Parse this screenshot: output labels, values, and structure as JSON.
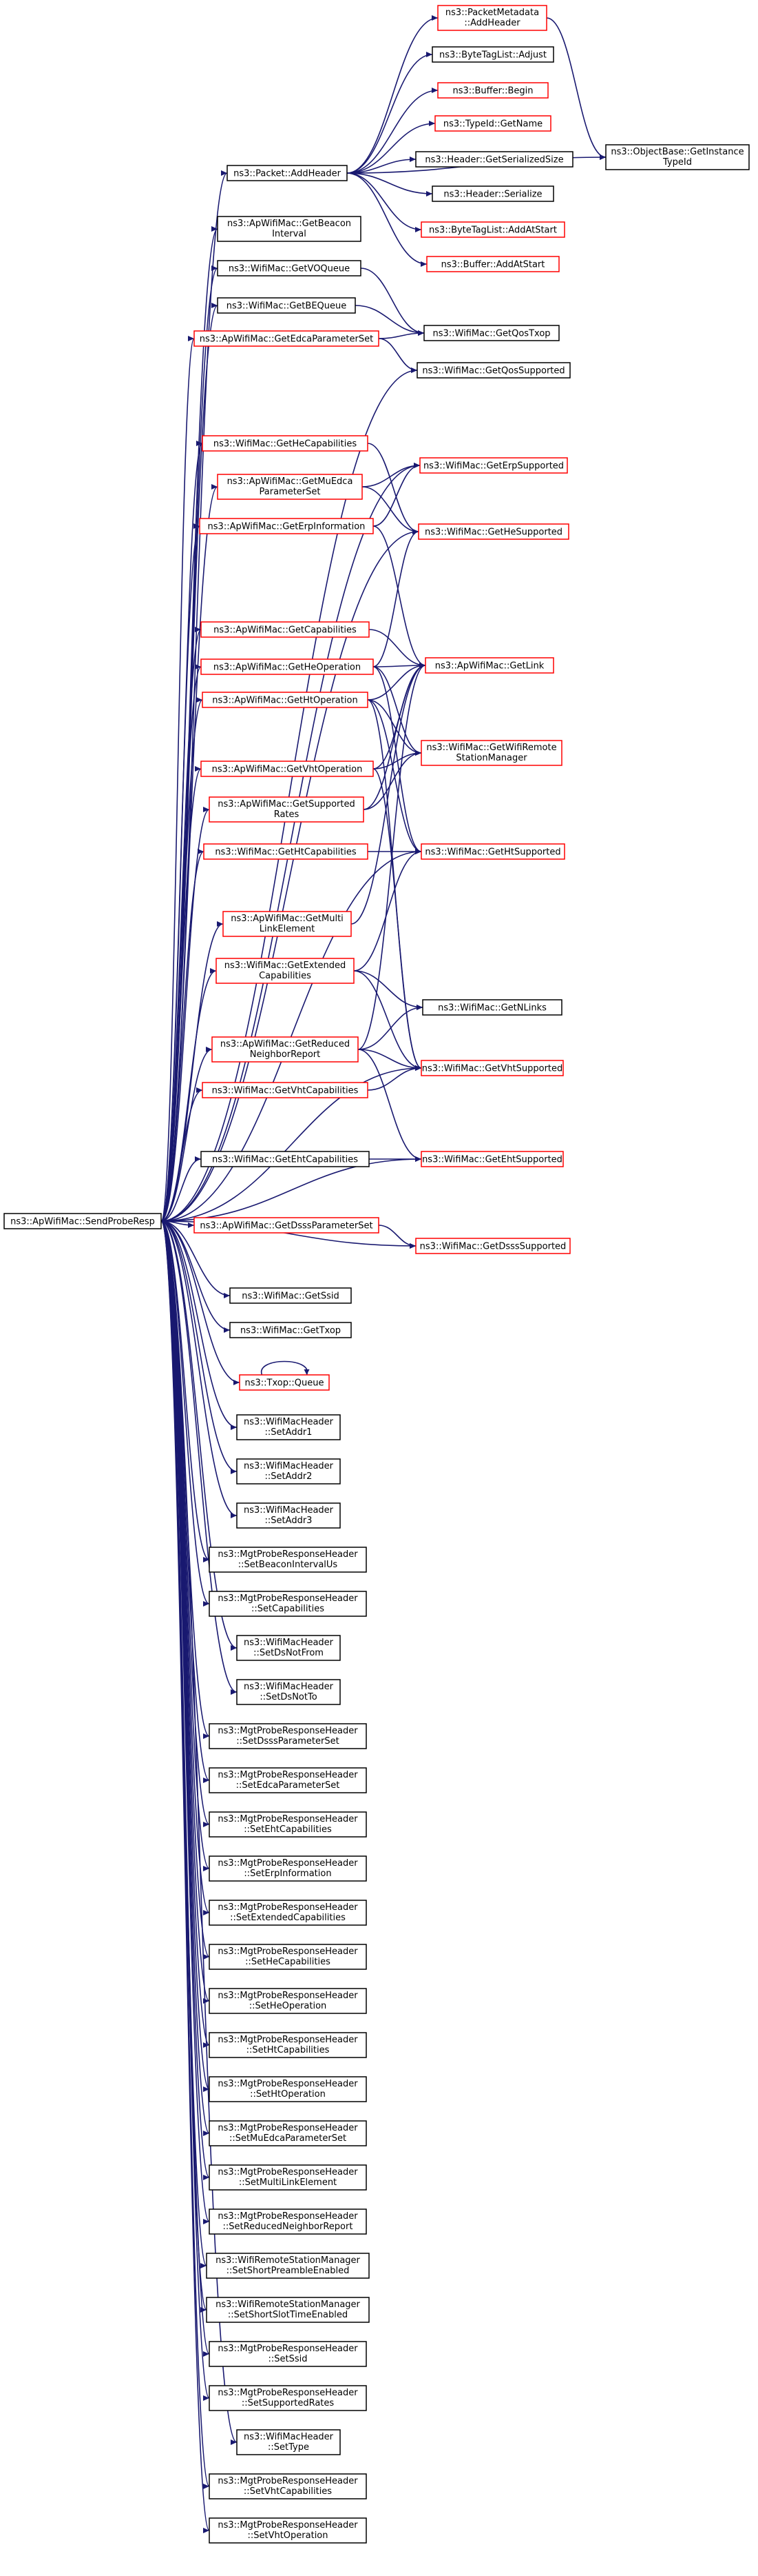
{
  "colors": {
    "edge": "#191970",
    "border_default": "#000000",
    "border_external": "#ff0000",
    "root_fill": "#bfbfbf",
    "box_fill": "#ffffff"
  },
  "nodes": [
    {
      "id": "root",
      "lines": [
        "ns3::ApWifiMac::SendProbeResp"
      ],
      "style": "root"
    },
    {
      "id": "pktAdd",
      "lines": [
        "ns3::Packet::AddHeader"
      ],
      "style": "black"
    },
    {
      "id": "pmAdd",
      "lines": [
        "ns3::PacketMetadata",
        "::AddHeader"
      ],
      "style": "red"
    },
    {
      "id": "btlAdjust",
      "lines": [
        "ns3::ByteTagList::Adjust"
      ],
      "style": "black"
    },
    {
      "id": "bufBegin",
      "lines": [
        "ns3::Buffer::Begin"
      ],
      "style": "red"
    },
    {
      "id": "typeName",
      "lines": [
        "ns3::TypeId::GetName"
      ],
      "style": "red"
    },
    {
      "id": "hdrSize",
      "lines": [
        "ns3::Header::GetSerializedSize"
      ],
      "style": "black"
    },
    {
      "id": "hdrSer",
      "lines": [
        "ns3::Header::Serialize"
      ],
      "style": "black"
    },
    {
      "id": "btlAddStart",
      "lines": [
        "ns3::ByteTagList::AddAtStart"
      ],
      "style": "red"
    },
    {
      "id": "bufAddStart",
      "lines": [
        "ns3::Buffer::AddAtStart"
      ],
      "style": "red"
    },
    {
      "id": "objGetId",
      "lines": [
        "ns3::ObjectBase::GetInstance",
        "TypeId"
      ],
      "style": "black"
    },
    {
      "id": "beacon",
      "lines": [
        "ns3::ApWifiMac::GetBeacon",
        "Interval"
      ],
      "style": "black"
    },
    {
      "id": "voq",
      "lines": [
        "ns3::WifiMac::GetVOQueue"
      ],
      "style": "black"
    },
    {
      "id": "beq",
      "lines": [
        "ns3::WifiMac::GetBEQueue"
      ],
      "style": "black"
    },
    {
      "id": "edca",
      "lines": [
        "ns3::ApWifiMac::GetEdcaParameterSet"
      ],
      "style": "red"
    },
    {
      "id": "qosTxop",
      "lines": [
        "ns3::WifiMac::GetQosTxop"
      ],
      "style": "black"
    },
    {
      "id": "qosSup",
      "lines": [
        "ns3::WifiMac::GetQosSupported"
      ],
      "style": "black"
    },
    {
      "id": "heCap",
      "lines": [
        "ns3::WifiMac::GetHeCapabilities"
      ],
      "style": "red"
    },
    {
      "id": "erpSup",
      "lines": [
        "ns3::WifiMac::GetErpSupported"
      ],
      "style": "red"
    },
    {
      "id": "muEdca",
      "lines": [
        "ns3::ApWifiMac::GetMuEdca",
        "ParameterSet"
      ],
      "style": "red"
    },
    {
      "id": "erpInfo",
      "lines": [
        "ns3::ApWifiMac::GetErpInformation"
      ],
      "style": "red"
    },
    {
      "id": "heSup",
      "lines": [
        "ns3::WifiMac::GetHeSupported"
      ],
      "style": "red"
    },
    {
      "id": "caps",
      "lines": [
        "ns3::ApWifiMac::GetCapabilities"
      ],
      "style": "red"
    },
    {
      "id": "heOp",
      "lines": [
        "ns3::ApWifiMac::GetHeOperation"
      ],
      "style": "red"
    },
    {
      "id": "getLink",
      "lines": [
        "ns3::ApWifiMac::GetLink"
      ],
      "style": "red"
    },
    {
      "id": "htOp",
      "lines": [
        "ns3::ApWifiMac::GetHtOperation"
      ],
      "style": "red"
    },
    {
      "id": "remote",
      "lines": [
        "ns3::WifiMac::GetWifiRemote",
        "StationManager"
      ],
      "style": "red"
    },
    {
      "id": "vhtOp",
      "lines": [
        "ns3::ApWifiMac::GetVhtOperation"
      ],
      "style": "red"
    },
    {
      "id": "supRates",
      "lines": [
        "ns3::ApWifiMac::GetSupported",
        "Rates"
      ],
      "style": "red"
    },
    {
      "id": "htCap",
      "lines": [
        "ns3::WifiMac::GetHtCapabilities"
      ],
      "style": "red"
    },
    {
      "id": "htSup",
      "lines": [
        "ns3::WifiMac::GetHtSupported"
      ],
      "style": "red"
    },
    {
      "id": "mlElem",
      "lines": [
        "ns3::ApWifiMac::GetMulti",
        "LinkElement"
      ],
      "style": "red"
    },
    {
      "id": "extCap",
      "lines": [
        "ns3::WifiMac::GetExtended",
        "Capabilities"
      ],
      "style": "red"
    },
    {
      "id": "nLinks",
      "lines": [
        "ns3::WifiMac::GetNLinks"
      ],
      "style": "black"
    },
    {
      "id": "rnr",
      "lines": [
        "ns3::ApWifiMac::GetReduced",
        "NeighborReport"
      ],
      "style": "red"
    },
    {
      "id": "vhtCap",
      "lines": [
        "ns3::WifiMac::GetVhtCapabilities"
      ],
      "style": "red"
    },
    {
      "id": "vhtSup",
      "lines": [
        "ns3::WifiMac::GetVhtSupported"
      ],
      "style": "red"
    },
    {
      "id": "ehtCap",
      "lines": [
        "ns3::WifiMac::GetEhtCapabilities"
      ],
      "style": "black"
    },
    {
      "id": "ehtSup",
      "lines": [
        "ns3::WifiMac::GetEhtSupported"
      ],
      "style": "red"
    },
    {
      "id": "dsss",
      "lines": [
        "ns3::ApWifiMac::GetDsssParameterSet"
      ],
      "style": "red"
    },
    {
      "id": "dsssSup",
      "lines": [
        "ns3::WifiMac::GetDsssSupported"
      ],
      "style": "red"
    },
    {
      "id": "ssid",
      "lines": [
        "ns3::WifiMac::GetSsid"
      ],
      "style": "black"
    },
    {
      "id": "txop",
      "lines": [
        "ns3::WifiMac::GetTxop"
      ],
      "style": "black"
    },
    {
      "id": "queue",
      "lines": [
        "ns3::Txop::Queue"
      ],
      "style": "red"
    },
    {
      "id": "addr1",
      "lines": [
        "ns3::WifiMacHeader",
        "::SetAddr1"
      ],
      "style": "black"
    },
    {
      "id": "addr2",
      "lines": [
        "ns3::WifiMacHeader",
        "::SetAddr2"
      ],
      "style": "black"
    },
    {
      "id": "addr3",
      "lines": [
        "ns3::WifiMacHeader",
        "::SetAddr3"
      ],
      "style": "black"
    },
    {
      "id": "setBeacon",
      "lines": [
        "ns3::MgtProbeResponseHeader",
        "::SetBeaconIntervalUs"
      ],
      "style": "black"
    },
    {
      "id": "setCaps",
      "lines": [
        "ns3::MgtProbeResponseHeader",
        "::SetCapabilities"
      ],
      "style": "black"
    },
    {
      "id": "dsNotFrom",
      "lines": [
        "ns3::WifiMacHeader",
        "::SetDsNotFrom"
      ],
      "style": "black"
    },
    {
      "id": "dsNotTo",
      "lines": [
        "ns3::WifiMacHeader",
        "::SetDsNotTo"
      ],
      "style": "black"
    },
    {
      "id": "setDsss",
      "lines": [
        "ns3::MgtProbeResponseHeader",
        "::SetDsssParameterSet"
      ],
      "style": "black"
    },
    {
      "id": "setEdca",
      "lines": [
        "ns3::MgtProbeResponseHeader",
        "::SetEdcaParameterSet"
      ],
      "style": "black"
    },
    {
      "id": "setEht",
      "lines": [
        "ns3::MgtProbeResponseHeader",
        "::SetEhtCapabilities"
      ],
      "style": "black"
    },
    {
      "id": "setErp",
      "lines": [
        "ns3::MgtProbeResponseHeader",
        "::SetErpInformation"
      ],
      "style": "black"
    },
    {
      "id": "setExt",
      "lines": [
        "ns3::MgtProbeResponseHeader",
        "::SetExtendedCapabilities"
      ],
      "style": "black"
    },
    {
      "id": "setHeCap",
      "lines": [
        "ns3::MgtProbeResponseHeader",
        "::SetHeCapabilities"
      ],
      "style": "black"
    },
    {
      "id": "setHeOp",
      "lines": [
        "ns3::MgtProbeResponseHeader",
        "::SetHeOperation"
      ],
      "style": "black"
    },
    {
      "id": "setHtCap",
      "lines": [
        "ns3::MgtProbeResponseHeader",
        "::SetHtCapabilities"
      ],
      "style": "black"
    },
    {
      "id": "setHtOp",
      "lines": [
        "ns3::MgtProbeResponseHeader",
        "::SetHtOperation"
      ],
      "style": "black"
    },
    {
      "id": "setMu",
      "lines": [
        "ns3::MgtProbeResponseHeader",
        "::SetMuEdcaParameterSet"
      ],
      "style": "black"
    },
    {
      "id": "setMl",
      "lines": [
        "ns3::MgtProbeResponseHeader",
        "::SetMultiLinkElement"
      ],
      "style": "black"
    },
    {
      "id": "setRnr",
      "lines": [
        "ns3::MgtProbeResponseHeader",
        "::SetReducedNeighborReport"
      ],
      "style": "black"
    },
    {
      "id": "shortPre",
      "lines": [
        "ns3::WifiRemoteStationManager",
        "::SetShortPreambleEnabled"
      ],
      "style": "black"
    },
    {
      "id": "shortSlot",
      "lines": [
        "ns3::WifiRemoteStationManager",
        "::SetShortSlotTimeEnabled"
      ],
      "style": "black"
    },
    {
      "id": "setSsid",
      "lines": [
        "ns3::MgtProbeResponseHeader",
        "::SetSsid"
      ],
      "style": "black"
    },
    {
      "id": "setRates",
      "lines": [
        "ns3::MgtProbeResponseHeader",
        "::SetSupportedRates"
      ],
      "style": "black"
    },
    {
      "id": "setType",
      "lines": [
        "ns3::WifiMacHeader",
        "::SetType"
      ],
      "style": "black"
    },
    {
      "id": "setVhtCap",
      "lines": [
        "ns3::MgtProbeResponseHeader",
        "::SetVhtCapabilities"
      ],
      "style": "black"
    },
    {
      "id": "setVhtOp",
      "lines": [
        "ns3::MgtProbeResponseHeader",
        "::SetVhtOperation"
      ],
      "style": "black"
    }
  ],
  "edges": [
    [
      "root",
      "pktAdd"
    ],
    [
      "root",
      "beacon"
    ],
    [
      "root",
      "voq"
    ],
    [
      "root",
      "beq"
    ],
    [
      "root",
      "edca"
    ],
    [
      "root",
      "qosSup"
    ],
    [
      "root",
      "heCap"
    ],
    [
      "root",
      "erpSup"
    ],
    [
      "root",
      "muEdca"
    ],
    [
      "root",
      "erpInfo"
    ],
    [
      "root",
      "heSup"
    ],
    [
      "root",
      "caps"
    ],
    [
      "root",
      "heOp"
    ],
    [
      "root",
      "htOp"
    ],
    [
      "root",
      "vhtOp"
    ],
    [
      "root",
      "supRates"
    ],
    [
      "root",
      "htCap"
    ],
    [
      "root",
      "htSup"
    ],
    [
      "root",
      "mlElem"
    ],
    [
      "root",
      "extCap"
    ],
    [
      "root",
      "rnr"
    ],
    [
      "root",
      "vhtCap"
    ],
    [
      "root",
      "vhtSup"
    ],
    [
      "root",
      "ehtCap"
    ],
    [
      "root",
      "ehtSup"
    ],
    [
      "root",
      "dsss"
    ],
    [
      "root",
      "dsssSup"
    ],
    [
      "root",
      "ssid"
    ],
    [
      "root",
      "txop"
    ],
    [
      "root",
      "queue"
    ],
    [
      "root",
      "addr1"
    ],
    [
      "root",
      "addr2"
    ],
    [
      "root",
      "addr3"
    ],
    [
      "root",
      "setBeacon"
    ],
    [
      "root",
      "setCaps"
    ],
    [
      "root",
      "dsNotFrom"
    ],
    [
      "root",
      "dsNotTo"
    ],
    [
      "root",
      "setDsss"
    ],
    [
      "root",
      "setEdca"
    ],
    [
      "root",
      "setEht"
    ],
    [
      "root",
      "setErp"
    ],
    [
      "root",
      "setExt"
    ],
    [
      "root",
      "setHeCap"
    ],
    [
      "root",
      "setHeOp"
    ],
    [
      "root",
      "setHtCap"
    ],
    [
      "root",
      "setHtOp"
    ],
    [
      "root",
      "setMu"
    ],
    [
      "root",
      "setMl"
    ],
    [
      "root",
      "setRnr"
    ],
    [
      "root",
      "shortPre"
    ],
    [
      "root",
      "shortSlot"
    ],
    [
      "root",
      "setSsid"
    ],
    [
      "root",
      "setRates"
    ],
    [
      "root",
      "setType"
    ],
    [
      "root",
      "setVhtCap"
    ],
    [
      "root",
      "setVhtOp"
    ],
    [
      "pktAdd",
      "pmAdd"
    ],
    [
      "pktAdd",
      "btlAdjust"
    ],
    [
      "pktAdd",
      "bufBegin"
    ],
    [
      "pktAdd",
      "typeName"
    ],
    [
      "pktAdd",
      "hdrSize"
    ],
    [
      "pktAdd",
      "hdrSer"
    ],
    [
      "pktAdd",
      "btlAddStart"
    ],
    [
      "pktAdd",
      "bufAddStart"
    ],
    [
      "pktAdd",
      "objGetId"
    ],
    [
      "pmAdd",
      "objGetId"
    ],
    [
      "voq",
      "qosTxop"
    ],
    [
      "beq",
      "qosTxop"
    ],
    [
      "edca",
      "qosTxop"
    ],
    [
      "edca",
      "qosSup"
    ],
    [
      "heCap",
      "heSup"
    ],
    [
      "muEdca",
      "erpSup"
    ],
    [
      "muEdca",
      "heSup"
    ],
    [
      "erpInfo",
      "getLink"
    ],
    [
      "erpInfo",
      "erpSup"
    ],
    [
      "caps",
      "getLink"
    ],
    [
      "heOp",
      "getLink"
    ],
    [
      "heOp",
      "heSup"
    ],
    [
      "heOp",
      "htSup"
    ],
    [
      "heOp",
      "remote"
    ],
    [
      "htOp",
      "getLink"
    ],
    [
      "htOp",
      "remote"
    ],
    [
      "htOp",
      "htSup"
    ],
    [
      "htOp",
      "vhtSup"
    ],
    [
      "vhtOp",
      "getLink"
    ],
    [
      "vhtOp",
      "remote"
    ],
    [
      "vhtOp",
      "vhtSup"
    ],
    [
      "supRates",
      "getLink"
    ],
    [
      "supRates",
      "remote"
    ],
    [
      "htCap",
      "htSup"
    ],
    [
      "mlElem",
      "getLink"
    ],
    [
      "extCap",
      "htSup"
    ],
    [
      "extCap",
      "nLinks"
    ],
    [
      "extCap",
      "vhtSup"
    ],
    [
      "rnr",
      "nLinks"
    ],
    [
      "rnr",
      "getLink"
    ],
    [
      "rnr",
      "ehtSup"
    ],
    [
      "rnr",
      "vhtSup"
    ],
    [
      "vhtCap",
      "vhtSup"
    ],
    [
      "ehtCap",
      "ehtSup"
    ],
    [
      "dsss",
      "dsssSup"
    ],
    [
      "queue",
      "queue"
    ]
  ]
}
